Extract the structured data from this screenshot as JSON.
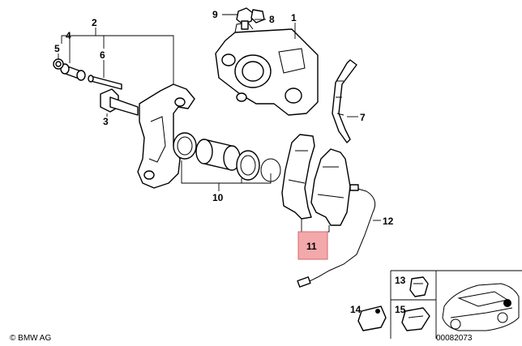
{
  "callouts": [
    {
      "id": "c1",
      "text": "1"
    },
    {
      "id": "c2",
      "text": "2"
    },
    {
      "id": "c3",
      "text": "3"
    },
    {
      "id": "c4",
      "text": "4"
    },
    {
      "id": "c5",
      "text": "5"
    },
    {
      "id": "c6",
      "text": "6"
    },
    {
      "id": "c7",
      "text": "7"
    },
    {
      "id": "c8",
      "text": "8"
    },
    {
      "id": "c9",
      "text": "9"
    },
    {
      "id": "c10",
      "text": "10"
    },
    {
      "id": "c11",
      "text": "11",
      "highlighted": true
    },
    {
      "id": "c12",
      "text": "12"
    },
    {
      "id": "c13",
      "text": "13"
    },
    {
      "id": "c14",
      "text": "14"
    },
    {
      "id": "c15",
      "text": "15"
    }
  ],
  "footer": {
    "copyright": "© BMW AG",
    "diagram_number": "00082073"
  },
  "colors": {
    "highlight_fill": "#f3a9ab",
    "highlight_stroke": "#d9676b",
    "line": "#000000",
    "background": "#ffffff"
  }
}
